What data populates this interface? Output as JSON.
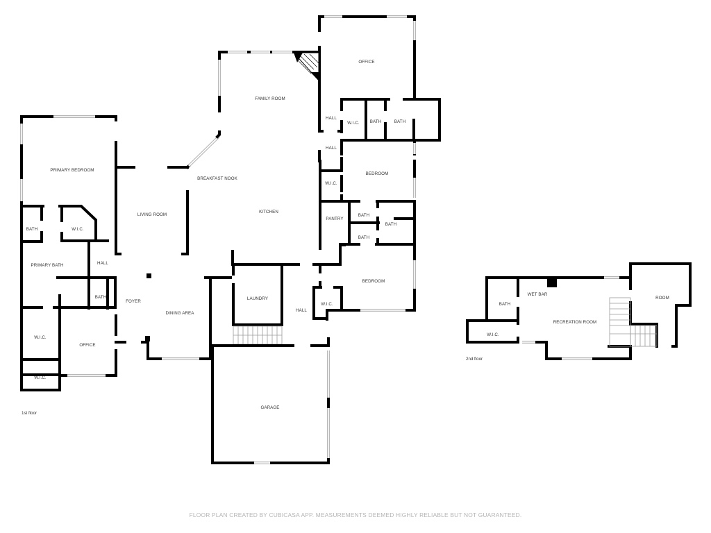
{
  "floor_plan": {
    "first_floor": {
      "label": "1st floor",
      "rooms": {
        "primary_bedroom": "PRIMARY BEDROOM",
        "bath_primary_small": "BATH",
        "wic_primary": "W.I.C.",
        "primary_bath": "PRIMARY BATH",
        "hall_west": "HALL",
        "bath_west": "BATH",
        "wic_west_1": "W.I.C.",
        "wic_west_2": "W.I.C.",
        "office_west": "OFFICE",
        "living_room": "LIVING ROOM",
        "foyer": "FOYER",
        "dining_area": "DINING AREA",
        "family_room": "FAMILY ROOM",
        "breakfast_nook": "BREAKFAST NOOK",
        "kitchen": "KITCHEN",
        "laundry": "LAUNDRY",
        "hall_center": "HALL",
        "garage": "GARAGE",
        "office_north": "OFFICE",
        "hall_north_1": "HALL",
        "hall_north_2": "HALL",
        "wic_north": "W.I.C.",
        "bath_north_1": "BATH",
        "bath_north_2": "BATH",
        "bedroom_north": "BEDROOM",
        "wic_bedroom_north": "W.I.C.",
        "pantry": "PANTRY",
        "bath_east_1": "BATH",
        "bath_east_2": "BATH",
        "bath_east_3": "BATH",
        "bedroom_south": "BEDROOM",
        "wic_south": "W.I.C."
      }
    },
    "second_floor": {
      "label": "2nd floor",
      "rooms": {
        "bath": "BATH",
        "wet_bar": "WET BAR",
        "recreation_room": "RECREATION ROOM",
        "room": "ROOM",
        "wic": "W.I.C."
      }
    },
    "footer": "FLOOR PLAN CREATED BY CUBICASA APP. MEASUREMENTS DEEMED HIGHLY RELIABLE BUT NOT GUARANTEED.",
    "colors": {
      "wall": "#000000",
      "window": "#b8b8b8",
      "label": "#333333",
      "footer": "#b5b5b5",
      "background": "#ffffff"
    }
  }
}
